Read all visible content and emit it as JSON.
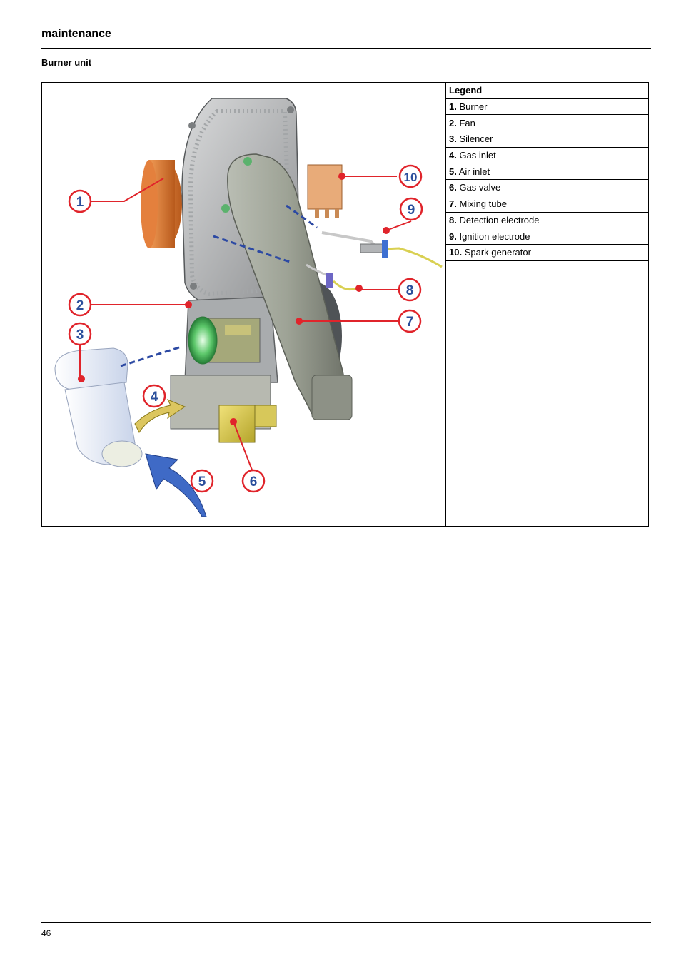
{
  "header": {
    "section": "maintenance",
    "subtitle": "Burner unit"
  },
  "figure": {
    "callouts": [
      "1",
      "2",
      "3",
      "4",
      "5",
      "6",
      "7",
      "8",
      "9",
      "10"
    ],
    "colors": {
      "callout_ring": "#e0242b",
      "callout_text": "#2a4f9c",
      "leader": "#e0242b"
    }
  },
  "legend": {
    "title": "Legend",
    "items": [
      {
        "num": "1.",
        "label": "Burner"
      },
      {
        "num": "2.",
        "label": "Fan"
      },
      {
        "num": "3.",
        "label": "Silencer"
      },
      {
        "num": "4.",
        "label": "Gas inlet"
      },
      {
        "num": "5.",
        "label": "Air inlet"
      },
      {
        "num": "6.",
        "label": "Gas valve"
      },
      {
        "num": "7.",
        "label": "Mixing tube"
      },
      {
        "num": "8.",
        "label": "Detection electrode"
      },
      {
        "num": "9.",
        "label": "Ignition electrode"
      },
      {
        "num": "10.",
        "label": "Spark generator"
      }
    ]
  },
  "footer": {
    "page_number": "46"
  }
}
